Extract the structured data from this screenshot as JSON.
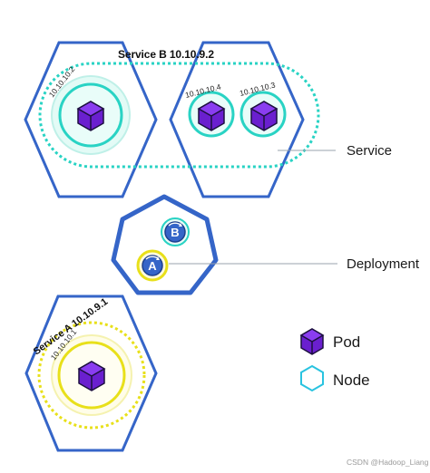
{
  "labels": {
    "service_b": "Service B 10.10.9.2",
    "service_a": "Service A  10.10.9.1",
    "service": "Service",
    "deployment": "Deployment",
    "watermark": "CSDN @Hadoop_Liang"
  },
  "ips": {
    "pod_b1": "10.10.10.2",
    "pod_b2": "10.10.10.4",
    "pod_b3": "10.10.10.3",
    "pod_a1": "10.10.10.1"
  },
  "deployment_badges": {
    "b": "B",
    "a": "A"
  },
  "legend": {
    "pod": "Pod",
    "node": "Node"
  },
  "colors": {
    "node_blue": "#3565c8",
    "service_teal": "#29d3c4",
    "service_yellow": "#e8e01a",
    "pod_purple": "#6a1fcf",
    "pod_purple_dark": "#3b0f86",
    "text": "#1a1a1a"
  }
}
